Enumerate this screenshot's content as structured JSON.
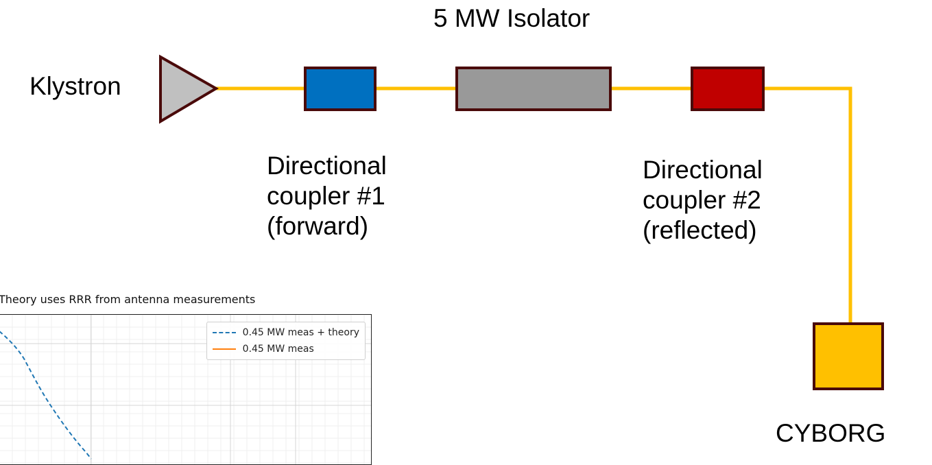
{
  "diagram": {
    "klystron_label": "Klystron",
    "isolator_label": "5 MW Isolator",
    "coupler1_lines": [
      "Directional",
      "coupler #1",
      "(forward)"
    ],
    "coupler2_lines": [
      "Directional",
      "coupler #2",
      "(reflected)"
    ],
    "load_label": "CYBORG"
  },
  "colors": {
    "waveguide": "#ffc000",
    "outline": "#4a0a0a",
    "klystron_fill": "#c0c0c0",
    "coupler1_fill": "#0070c0",
    "isolator_fill": "#999999",
    "coupler2_fill": "#c00000",
    "load_fill": "#ffc000",
    "theory_line": "#1f77b4",
    "meas_line": "#ff7f0e"
  },
  "chart_data": {
    "type": "line",
    "title": "Theory uses RRR from antenna measurements",
    "series": [
      {
        "name": "0.45 MW meas + theory",
        "style": "dashed",
        "color": "#1f77b4"
      },
      {
        "name": "0.45 MW meas",
        "style": "solid",
        "color": "#ff7f0e"
      }
    ],
    "grid": true,
    "legend_position": "top-right"
  }
}
